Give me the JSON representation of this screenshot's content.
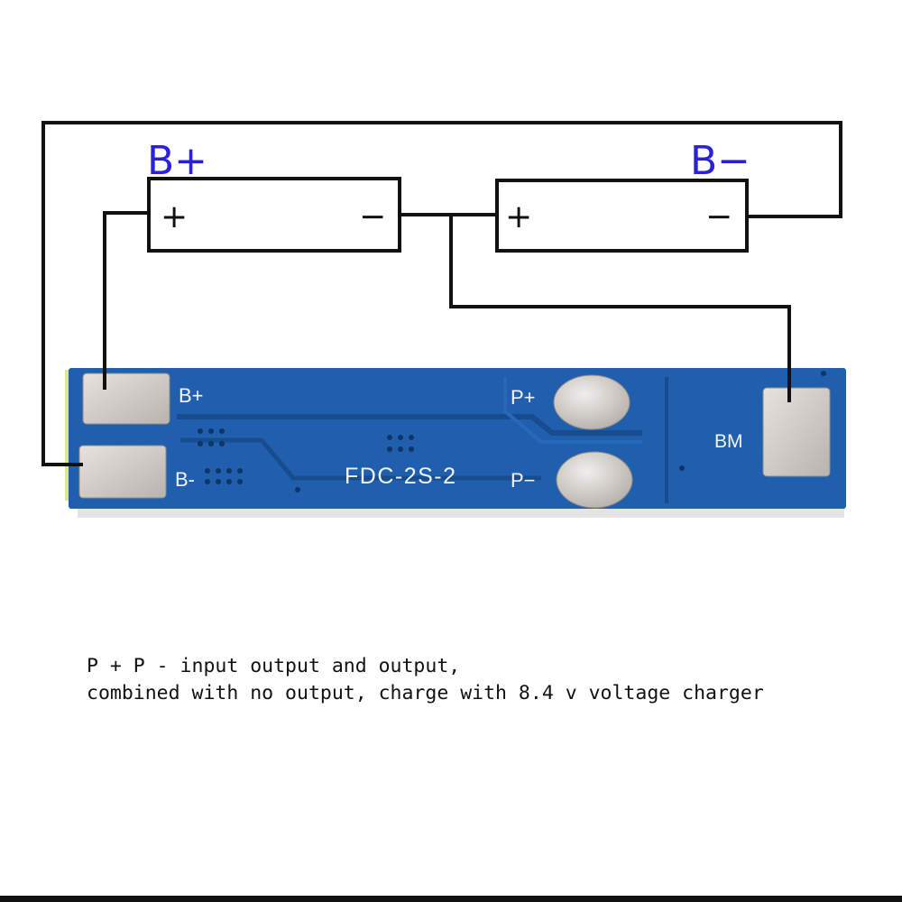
{
  "battery_labels": {
    "b_plus": "B+",
    "b_minus": "B−"
  },
  "cell1": {
    "plus": "+",
    "minus": "−"
  },
  "cell2": {
    "plus": "+",
    "minus": "−"
  },
  "board": {
    "model": "FDC-2S-2",
    "pad_b_plus": "B+",
    "pad_b_minus": "B-",
    "pad_p_plus": "P+",
    "pad_p_minus": "P−",
    "pad_bm": "BM"
  },
  "caption": {
    "line1": "P + P - input output and output,",
    "line2": "combined with no output, charge with 8.4 v voltage charger"
  },
  "colors": {
    "wire": "#111111",
    "label_blue": "#2a22d6",
    "pcb": "#1f5fae",
    "pcb_dark": "#174c8f",
    "pad": "#cfcac6"
  }
}
